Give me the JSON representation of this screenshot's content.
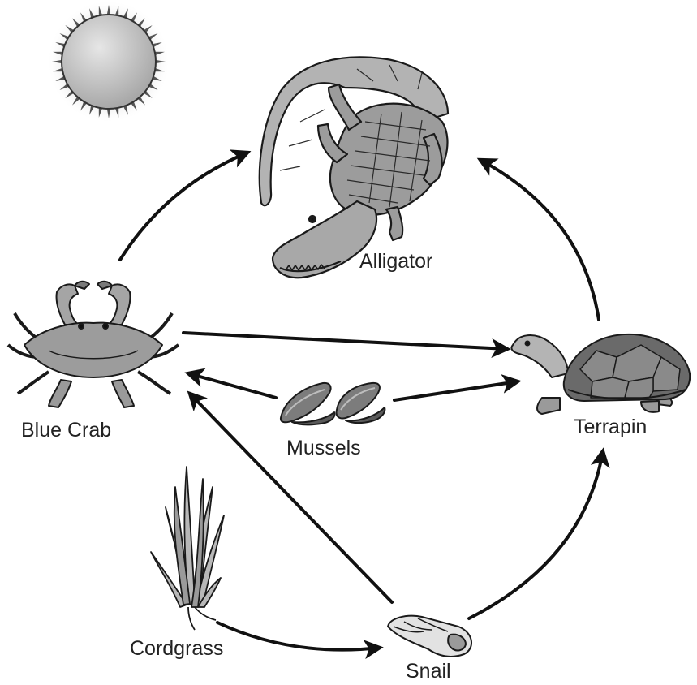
{
  "organisms": {
    "alligator": "Alligator",
    "blue_crab": "Blue Crab",
    "mussels": "Mussels",
    "terrapin": "Terrapin",
    "cordgrass": "Cordgrass",
    "snail": "Snail"
  },
  "energy_source": "sun-icon",
  "arrows": [
    {
      "from": "blue_crab",
      "to": "alligator"
    },
    {
      "from": "terrapin",
      "to": "alligator"
    },
    {
      "from": "blue_crab",
      "to": "terrapin"
    },
    {
      "from": "mussels",
      "to": "blue_crab"
    },
    {
      "from": "mussels",
      "to": "terrapin"
    },
    {
      "from": "snail",
      "to": "blue_crab"
    },
    {
      "from": "snail",
      "to": "terrapin"
    },
    {
      "from": "cordgrass",
      "to": "snail"
    }
  ],
  "colors": {
    "line": "#111111",
    "fill_light": "#c8c8c8",
    "fill_mid": "#9a9a9a",
    "fill_dark": "#5a5a5a"
  }
}
